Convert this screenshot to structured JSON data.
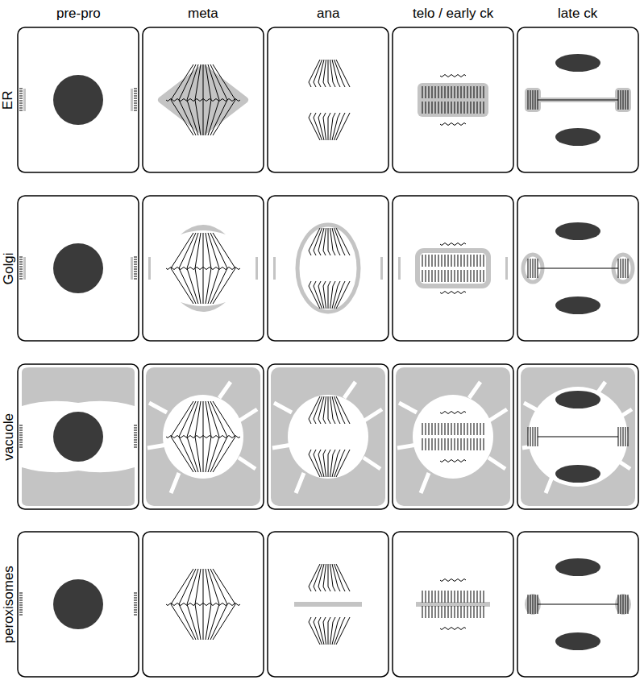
{
  "diagram": {
    "labels": [
      "pre-pro",
      "meta",
      "ana",
      "telo / early ck",
      "late ck",
      "ER",
      "Golgi",
      "vacuole",
      "peroxisomes"
    ]
  }
}
